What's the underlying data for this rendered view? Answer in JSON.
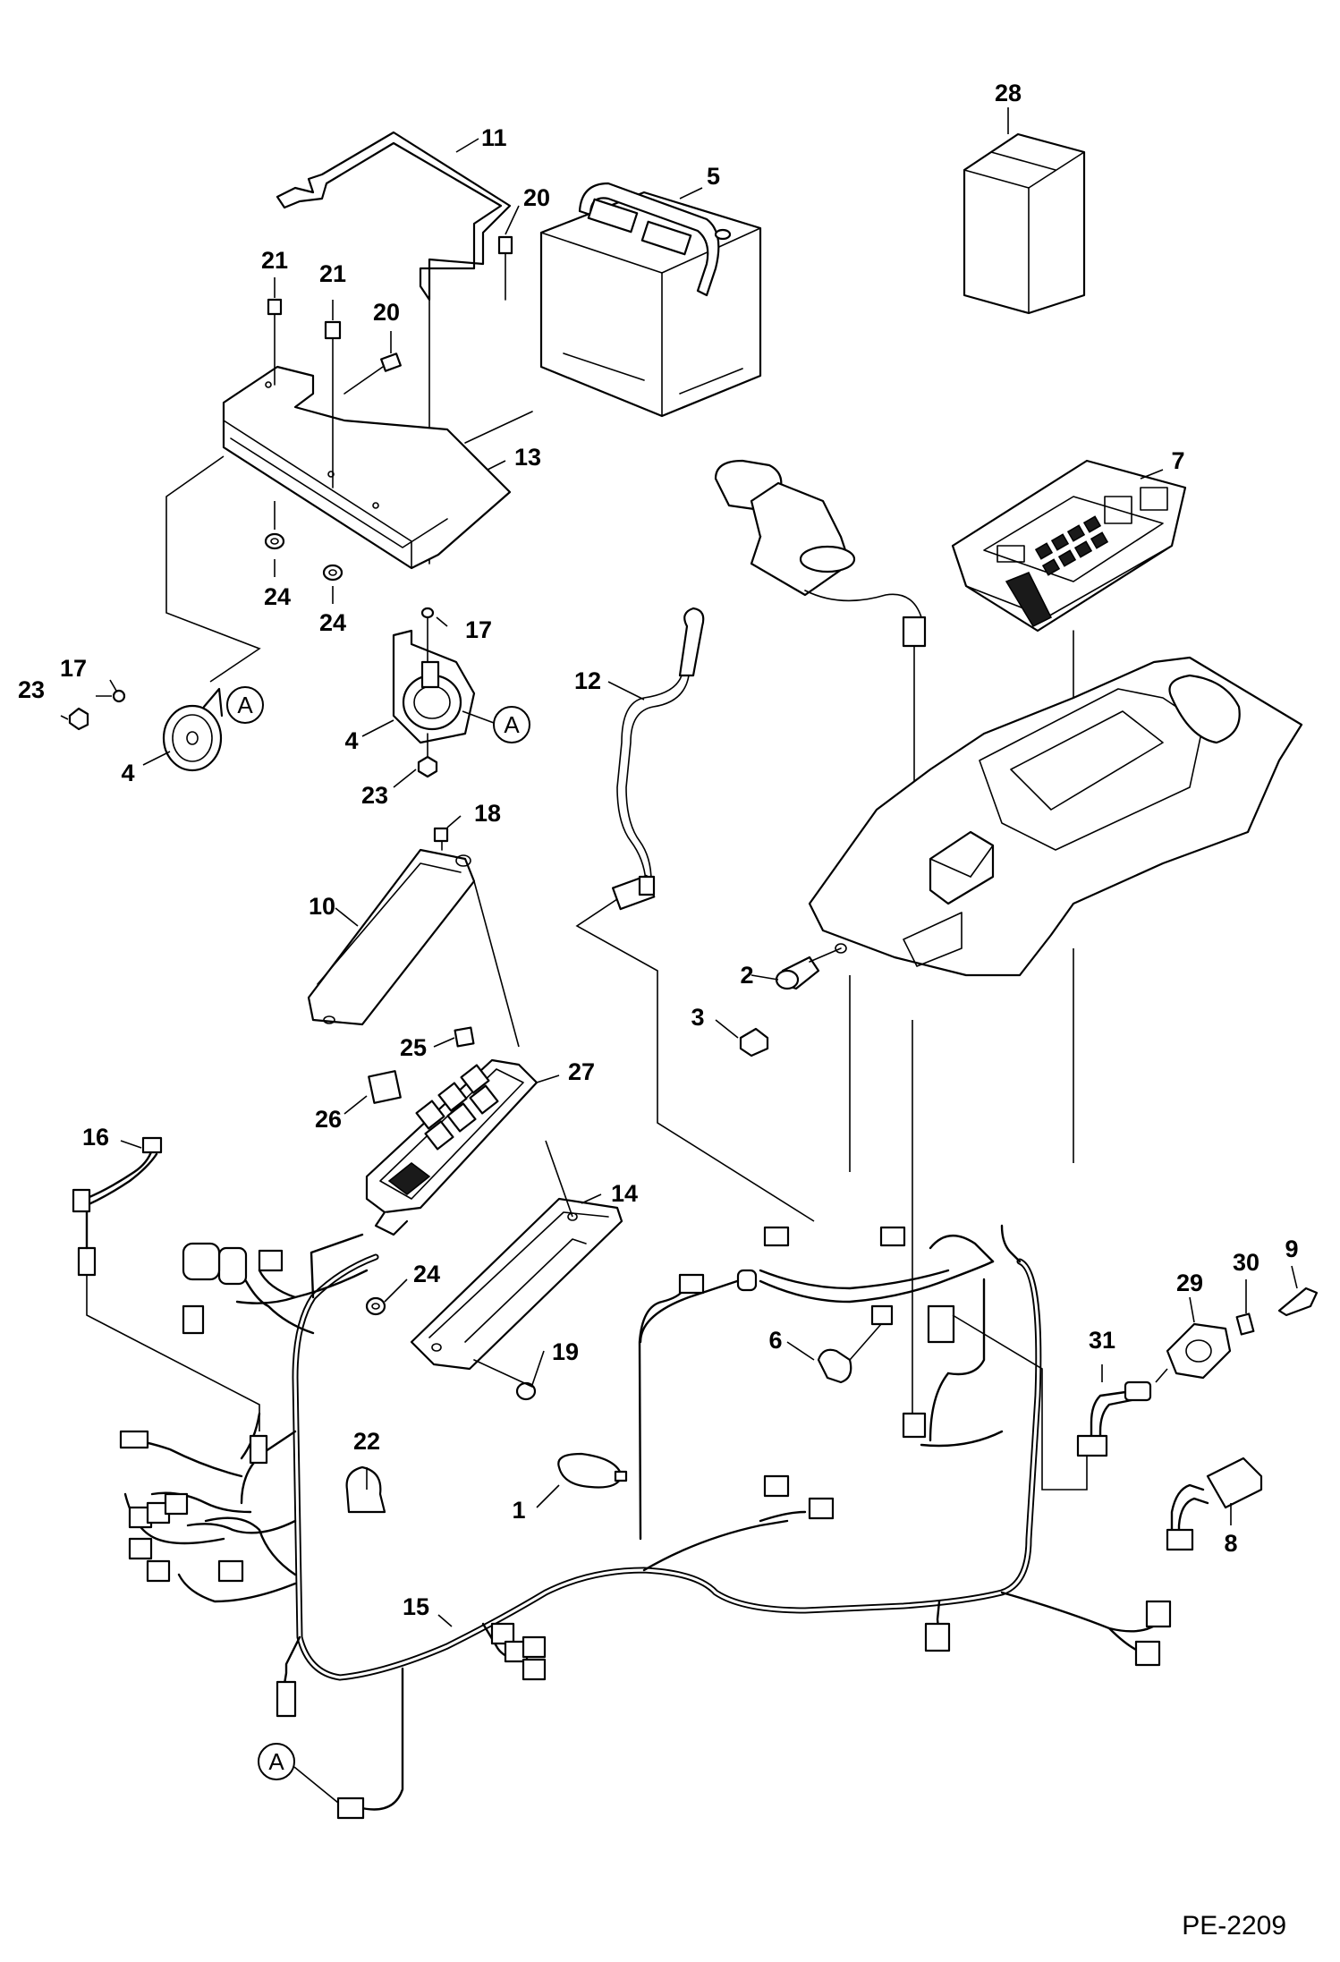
{
  "callouts": [
    "11",
    "20",
    "5",
    "28",
    "21",
    "21",
    "20",
    "13",
    "24",
    "24",
    "17",
    "17",
    "23",
    "4",
    "4",
    "23",
    "7",
    "12",
    "18",
    "10",
    "2",
    "3",
    "25",
    "27",
    "26",
    "16",
    "14",
    "24",
    "19",
    "6",
    "9",
    "30",
    "29",
    "31",
    "22",
    "1",
    "8",
    "15"
  ],
  "detail_refs": [
    "A",
    "A",
    "A"
  ],
  "drawing_code": "PE-2209"
}
